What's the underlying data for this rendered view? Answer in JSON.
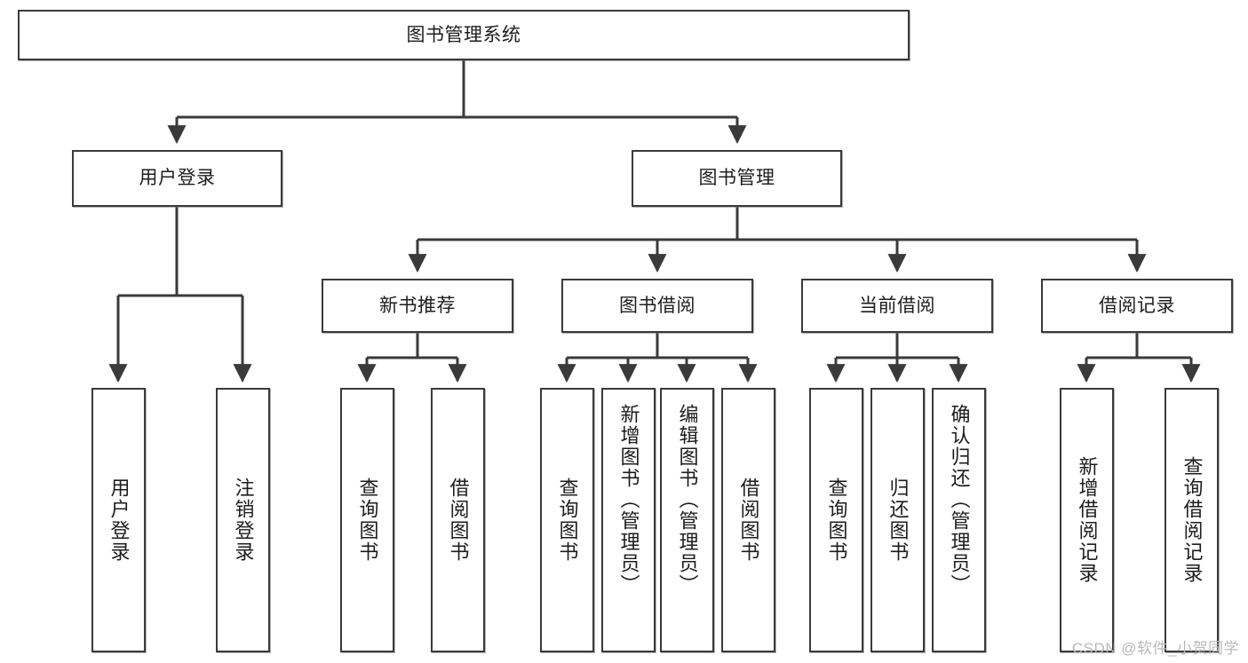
{
  "diagram": {
    "title": "图书管理系统",
    "type": "tree",
    "root": {
      "label": "图书管理系统"
    },
    "level2": [
      {
        "label": "用户登录"
      },
      {
        "label": "图书管理"
      }
    ],
    "level3": [
      {
        "label": "新书推荐"
      },
      {
        "label": "图书借阅"
      },
      {
        "label": "当前借阅"
      },
      {
        "label": "借阅记录"
      }
    ],
    "leaves": {
      "user_login": [
        {
          "label": "用户登录"
        },
        {
          "label": "注销登录"
        }
      ],
      "new_book_recommend": [
        {
          "label": "查询图书"
        },
        {
          "label": "借阅图书"
        }
      ],
      "book_borrow": [
        {
          "label": "查询图书"
        },
        {
          "label": "新增图书（管理员）"
        },
        {
          "label": "编辑图书（管理员）"
        },
        {
          "label": "借阅图书"
        }
      ],
      "current_borrow": [
        {
          "label": "查询图书"
        },
        {
          "label": "归还图书"
        },
        {
          "label": "确认归还（管理员）"
        }
      ],
      "borrow_record": [
        {
          "label": "新增借阅记录"
        },
        {
          "label": "查询借阅记录"
        }
      ]
    }
  },
  "watermark": {
    "text": "CSDN @软件_小贺同学"
  },
  "colors": {
    "background": "#ffffff",
    "box_border": "#3a3a3a",
    "edge": "#3a3a3a",
    "text": "#1d1d1d",
    "watermark": "#b9b9b9"
  }
}
